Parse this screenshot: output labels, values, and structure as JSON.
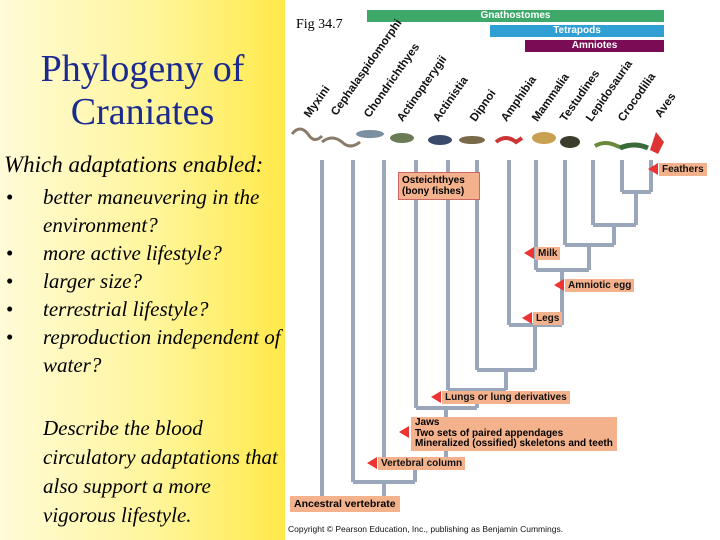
{
  "slide": {
    "title_line1": "Phylogeny of",
    "title_line2": "Craniates",
    "question_intro": "Which adaptations enabled:",
    "bullets": [
      "better maneuvering in the environment?",
      "more active lifestyle?",
      "larger size?",
      "terrestrial lifestyle?",
      "reproduction independent of water?"
    ],
    "bullet_symbol": "•",
    "blood_question": "Describe the blood circulatory adaptations that also support a more vigorous lifestyle."
  },
  "figure": {
    "fig_label": "Fig 34.7",
    "clade_bars": {
      "gnathostomes": "Gnathostomes",
      "tetrapods": "Tetrapods",
      "amniotes": "Amniotes"
    },
    "taxa": [
      "Myxini",
      "Cephalaspidomorphi",
      "Chondrichthyes",
      "Actinopterygii",
      "Actinistia",
      "Dipnoi",
      "Amphibia",
      "Mammalia",
      "Testudines",
      "Lepidosauria",
      "Crocodilia",
      "Aves"
    ],
    "osteichthyes": {
      "line1": "Osteichthyes",
      "line2": "(bony fishes)"
    },
    "traits": {
      "feathers": "Feathers",
      "milk": "Milk",
      "amniotic_egg": "Amniotic egg",
      "legs": "Legs",
      "lungs": "Lungs or lung derivatives",
      "jaws_line1": "Jaws",
      "jaws_line2": "Two sets of paired appendages",
      "jaws_line3": "Mineralized (ossified) skeletons and teeth",
      "vertebral_column": "Vertebral column"
    },
    "ancestral": "Ancestral vertebrate",
    "copyright": "Copyright © Pearson Education, Inc., publishing as Benjamin Cummings.",
    "colors": {
      "gnathostomes_bar": "#3ea86a",
      "tetrapods_bar": "#2f9fd4",
      "amniotes_bar": "#7a0c55",
      "tree_line": "#9aa6ba",
      "trait_label_bg": "#f4b28c",
      "trait_arrow": "#e33333",
      "title_color": "#1b2a8f"
    }
  }
}
